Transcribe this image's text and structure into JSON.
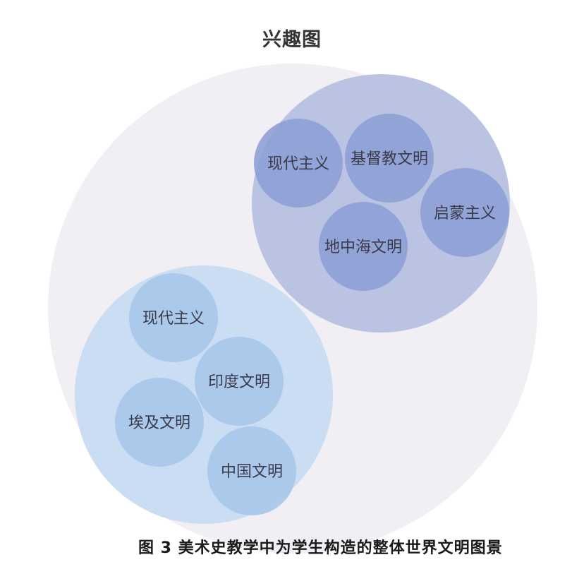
{
  "title": "兴趣图",
  "caption": "图 3  美术史教学中为学生构造的整体世界文明图景",
  "colors": {
    "root": "#f1eff4",
    "groupA": "#b6c0e0",
    "groupA_leaf": "#8ea1d6",
    "groupB": "#c8dbf2",
    "groupB_leaf": "#a7c6e9",
    "label": "#3a3a4a"
  },
  "groups": [
    {
      "leaves": [
        "现代主义",
        "基督教文明",
        "启蒙主义",
        "地中海文明"
      ]
    },
    {
      "leaves": [
        "现代主义",
        "印度文明",
        "埃及文明",
        "中国文明"
      ]
    }
  ]
}
